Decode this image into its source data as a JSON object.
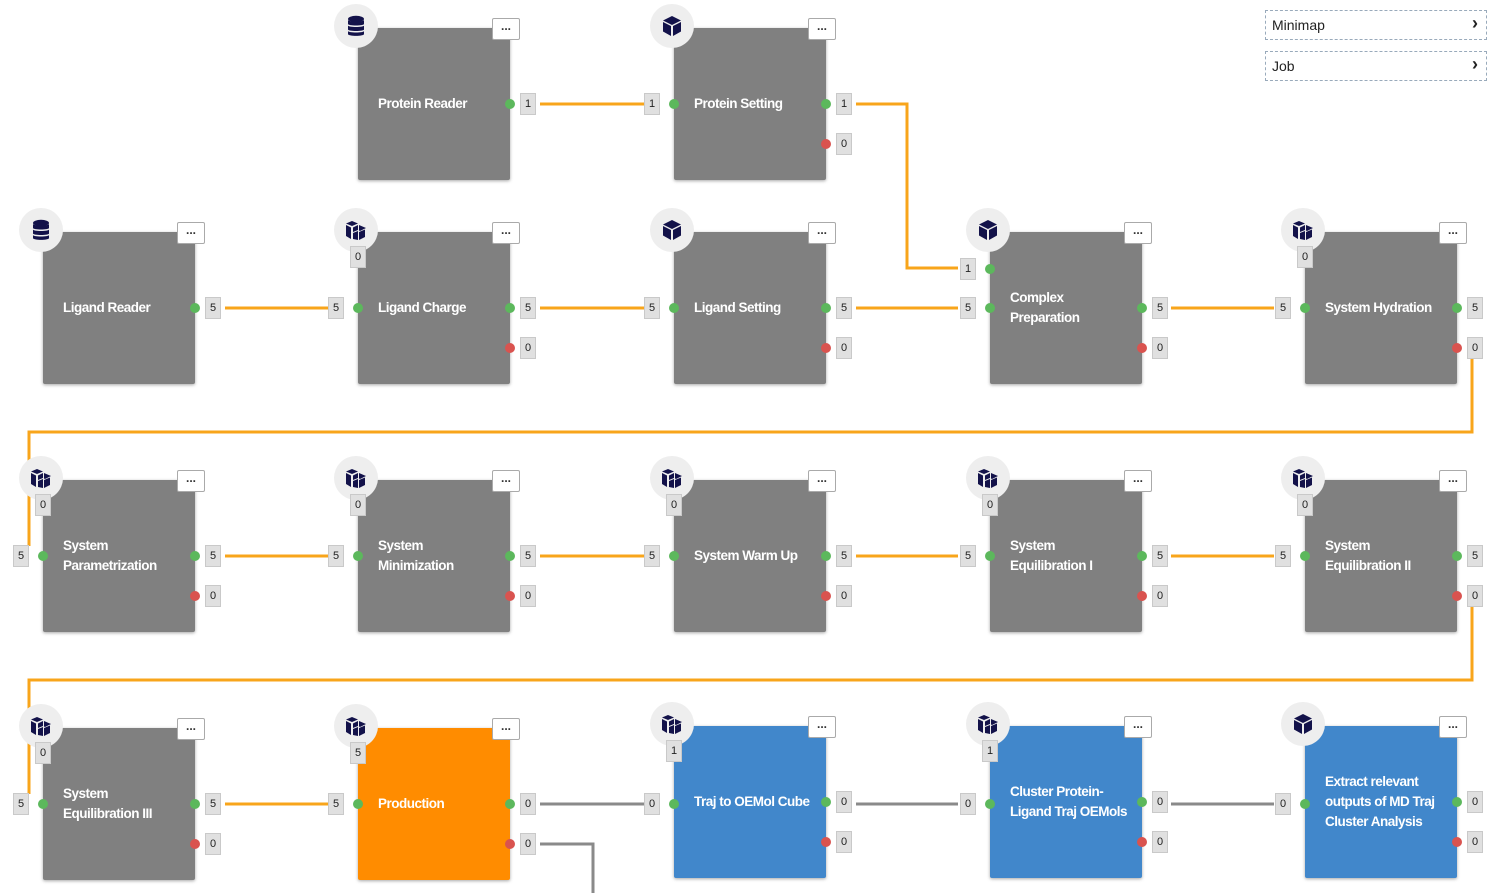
{
  "panels": {
    "minimap": "Minimap",
    "job": "Job"
  },
  "menu_label": "...",
  "colors": {
    "gray": "#808080",
    "orange": "#ff8c00",
    "blue": "#4187cb",
    "wire_active": "#f8a51b",
    "wire_inactive": "#8a8a8a",
    "icon": "#13124a"
  },
  "nodes": [
    {
      "label": "Protein Reader",
      "color": "gray",
      "icon": "database-icon",
      "in": [],
      "in_left": [],
      "out": [
        "1"
      ],
      "fail": [],
      "top_badge": null
    },
    {
      "label": "Protein Setting",
      "color": "gray",
      "icon": "cube-icon",
      "in": [],
      "in_left": [
        "1"
      ],
      "out": [
        "1"
      ],
      "fail": [
        "0"
      ],
      "top_badge": null
    },
    {
      "label": "Ligand Reader",
      "color": "gray",
      "icon": "database-icon",
      "in_left": [],
      "out": [
        "5"
      ],
      "fail": [],
      "top_badge": null
    },
    {
      "label": "Ligand Charge",
      "color": "gray",
      "icon": "cube-multi-icon",
      "in_left": [
        "5"
      ],
      "out": [
        "5"
      ],
      "fail": [
        "0"
      ],
      "top_badge": "0"
    },
    {
      "label": "Ligand Setting",
      "color": "gray",
      "icon": "cube-icon",
      "in_left": [
        "5"
      ],
      "out": [
        "5"
      ],
      "fail": [
        "0"
      ],
      "top_badge": null
    },
    {
      "label": "Complex Preparation",
      "color": "gray",
      "icon": "cube-icon",
      "in_left": [
        "1",
        "5"
      ],
      "out": [
        "5"
      ],
      "fail": [
        "0"
      ],
      "top_badge": null
    },
    {
      "label": "System Hydration",
      "color": "gray",
      "icon": "cube-multi-icon",
      "in_left": [
        "5"
      ],
      "out": [
        "5"
      ],
      "fail": [
        "0"
      ],
      "top_badge": "0"
    },
    {
      "label": "System Parametrization",
      "color": "gray",
      "icon": "cube-multi-icon",
      "in_left": [
        "5"
      ],
      "out": [
        "5"
      ],
      "fail": [
        "0"
      ],
      "top_badge": "0"
    },
    {
      "label": "System Minimization",
      "color": "gray",
      "icon": "cube-multi-icon",
      "in_left": [
        "5"
      ],
      "out": [
        "5"
      ],
      "fail": [
        "0"
      ],
      "top_badge": "0"
    },
    {
      "label": "System Warm Up",
      "color": "gray",
      "icon": "cube-multi-icon",
      "in_left": [
        "5"
      ],
      "out": [
        "5"
      ],
      "fail": [
        "0"
      ],
      "top_badge": "0"
    },
    {
      "label": "System Equilibration I",
      "color": "gray",
      "icon": "cube-multi-icon",
      "in_left": [
        "5"
      ],
      "out": [
        "5"
      ],
      "fail": [
        "0"
      ],
      "top_badge": "0"
    },
    {
      "label": "System Equilibration II",
      "color": "gray",
      "icon": "cube-multi-icon",
      "in_left": [
        "5"
      ],
      "out": [
        "5"
      ],
      "fail": [
        "0"
      ],
      "top_badge": "0"
    },
    {
      "label": "System Equilibration III",
      "color": "gray",
      "icon": "cube-multi-icon",
      "in_left": [
        "5"
      ],
      "out": [
        "5"
      ],
      "fail": [
        "0"
      ],
      "top_badge": "0"
    },
    {
      "label": "Production",
      "color": "orange",
      "icon": "cube-multi-icon",
      "in_left": [
        "5"
      ],
      "out": [
        "0"
      ],
      "fail": [
        "0"
      ],
      "top_badge": "5"
    },
    {
      "label": "Traj to OEMol Cube",
      "color": "blue",
      "icon": "cube-multi-icon",
      "in_left": [
        "0"
      ],
      "out": [
        "0"
      ],
      "fail": [
        "0"
      ],
      "top_badge": "1"
    },
    {
      "label": "Cluster Protein-Ligand Traj OEMols",
      "color": "blue",
      "icon": "cube-multi-icon",
      "in_left": [
        "0"
      ],
      "out": [
        "0"
      ],
      "fail": [
        "0"
      ],
      "top_badge": "1"
    },
    {
      "label": "Extract relevant outputs of MD Traj Cluster  Analysis",
      "color": "blue",
      "icon": "cube-icon",
      "in_left": [
        "0"
      ],
      "out": [
        "0"
      ],
      "fail": [
        "0"
      ],
      "top_badge": null
    }
  ]
}
